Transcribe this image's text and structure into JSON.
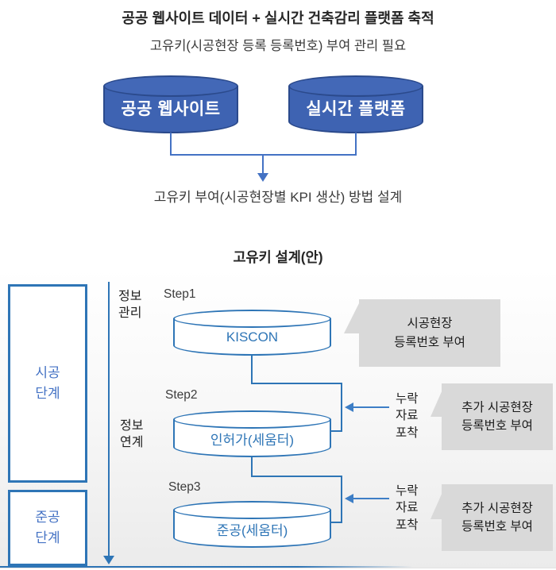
{
  "top": {
    "title": "공공 웹사이트 데이터 + 실시간 건축감리 플랫폼 축적",
    "subtitle": "고유키(시공현장 등록 등록번호) 부여 관리 필요",
    "databases": [
      {
        "label": "공공 웹사이트"
      },
      {
        "label": "실시간 플랫폼"
      }
    ],
    "caption": "고유키 부여(시공현장별 KPI 생산) 방법 설계"
  },
  "design": {
    "title": "고유키 설계(안)",
    "phases": [
      {
        "label": "시공\n단계"
      },
      {
        "label": "준공\n단계"
      }
    ],
    "flow_labels": [
      {
        "label": "정보\n관리"
      },
      {
        "label": "정보\n연계"
      }
    ],
    "steps": [
      {
        "name": "Step1",
        "db": "KISCON",
        "bubble": "시공현장\n등록번호 부여"
      },
      {
        "name": "Step2",
        "db": "인허가(세움터)",
        "bubble": "추가 시공현장\n등록번호 부여",
        "arrow_label": "누락\n자료\n포착"
      },
      {
        "name": "Step3",
        "db": "준공(세움터)",
        "bubble": "추가 시공현장\n등록번호 부여",
        "arrow_label": "누락\n자료\n포착"
      }
    ]
  },
  "colors": {
    "db_solid_fill": "#3e63b2",
    "db_solid_top": "#4368b7",
    "db_solid_stroke": "#2b4a8c",
    "line_blue": "#4472c4",
    "outline_blue": "#2e75b6",
    "arrow_blue": "#3d7ec6",
    "phase_text_blue": "#4472c4",
    "bubble_gray": "#d9d9d9",
    "text_dark": "#262626"
  }
}
